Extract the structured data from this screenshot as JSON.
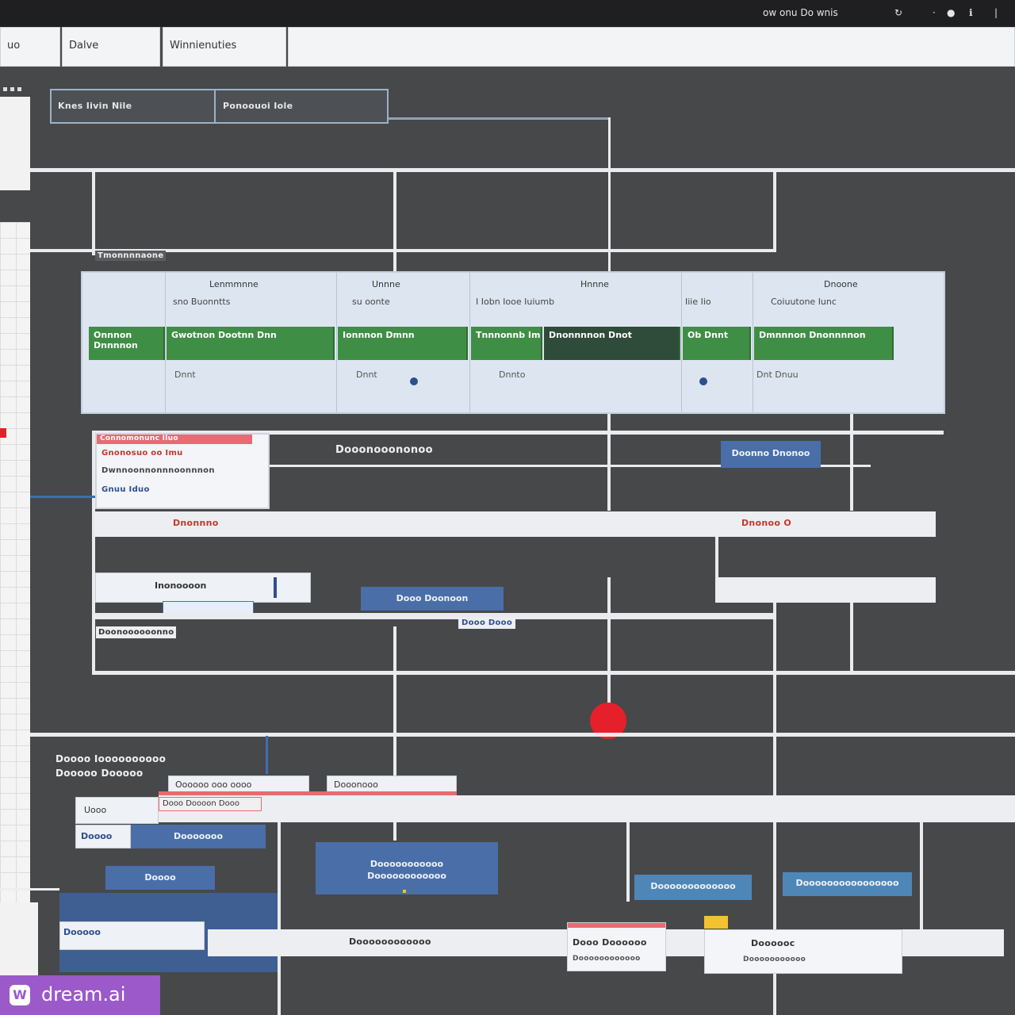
{
  "title_bar": {
    "text": "ow onu Do wnis",
    "icons": [
      "refresh-icon",
      "dot-icon",
      "record-icon",
      "info-icon",
      "pipe-icon"
    ]
  },
  "tabs": [
    {
      "label": "uo"
    },
    {
      "label": "Dalve"
    },
    {
      "label": "Winnienuties"
    },
    {
      "label": ""
    }
  ],
  "toolbar": {
    "breadcrumb_left": "Knes Iivin Nile",
    "breadcrumb_right": "Ponoouoi Iole"
  },
  "grid": {
    "section_label": "Tmonnnnaone",
    "headers": [
      "Lenmmnne",
      "Unnne",
      "Hnnne",
      "Dnoone"
    ],
    "columns": [
      "sno Buonntts",
      "su oonte",
      "I Iobn Iooe Iuiumb",
      "Iiie Iio",
      "Coiuutone Iunc"
    ],
    "rows": [
      {
        "label": "Onnnon Dnnnnon"
      },
      {
        "label": "Gwotnon Dootnn Dnn"
      },
      {
        "label": "Ionnnon Dmnn"
      },
      {
        "label": "Tnnnonnb Imonn"
      },
      {
        "label": "Dnonnnnon Dnot"
      },
      {
        "label": "Ob Dnnt"
      },
      {
        "label": "Dmnnnon Dnonnnnon"
      }
    ],
    "footer": [
      "Dnnt",
      "Dnnt",
      "Dnnto",
      "Dnt Dnuu"
    ]
  },
  "middle": {
    "card_title": "Connomonunc Iluo",
    "card_lines": [
      "Gnonosuo oo Imu",
      "Dwnnoonnonnnoonnnon",
      "Gnuu Iduo"
    ],
    "heading": "Dooonooononoo",
    "blue_chip": "Doonno Dnonoo",
    "red_label_left": "Dnonnno",
    "red_label_right": "Dnonoo O",
    "white_label": "Inonoooon",
    "blue_label": "Dooo Doonoon",
    "small_label": "Doonoooooonno",
    "tiny_label": "Dooo Dooo"
  },
  "lower": {
    "title_lines": [
      "Doooo Ioooooooooo",
      "Dooooo Dooooo"
    ],
    "chips": [
      "Oooooo ooo oooo",
      "Dooonooo",
      "Uooo",
      "Dooo Doooon Dooo",
      "Doooo",
      "Dooooooo",
      "Doooo",
      "Dooooo"
    ],
    "blue_panel": [
      "Dooooooooooo",
      "Doooooooooooo"
    ],
    "blue_box_1": "Dooooooooooooo",
    "blue_box_2": "Doooooooooooooooo",
    "bottom_bar": "Doooooooooooo",
    "bottom_note_1": "Dooo Doooooo",
    "bottom_note_2": "Doooooc",
    "bottom_sub_1": "Doooooooooooo",
    "bottom_sub_2": "Dooooooooooo"
  },
  "watermark": {
    "text": "dream.ai",
    "brand_color": "#9b59c9"
  },
  "colors": {
    "background": "#47484a",
    "green": "#3f8e45",
    "blue": "#4a6ea8",
    "red": "#e5202a",
    "yellow": "#f2c230"
  }
}
